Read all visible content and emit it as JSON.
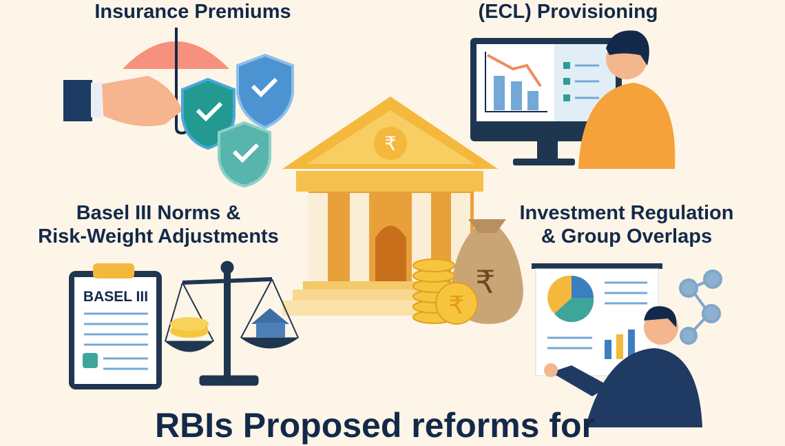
{
  "headings": {
    "insurance": "Insurance Premiums",
    "ecl": "(ECL) Provisioning",
    "basel": [
      "Basel III Norms &",
      "Risk-Weight Adjustments"
    ],
    "investment": [
      "Investment Regulation",
      "& Group Overlaps"
    ]
  },
  "clipboard_label": "BASEL III",
  "currency_symbol": "₹",
  "title": "RBIs Proposed reforms for",
  "colors": {
    "background": "#fdf5e7",
    "navy": "#13294b",
    "gold": "#f2b33a",
    "teal": "#2f9c9a",
    "blue": "#3b7fc0"
  }
}
